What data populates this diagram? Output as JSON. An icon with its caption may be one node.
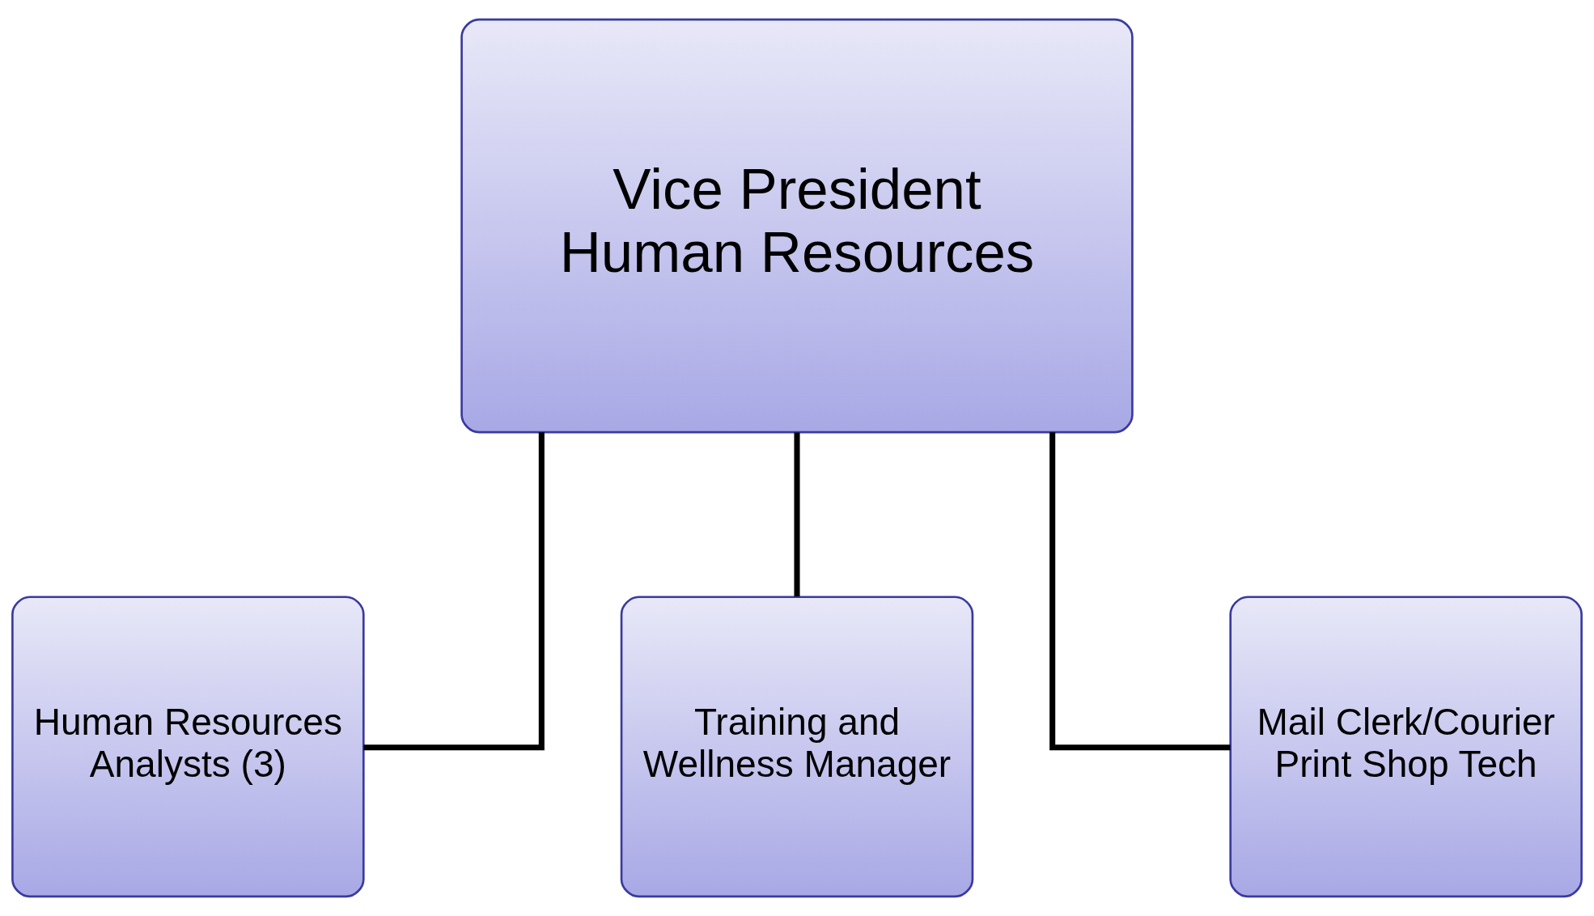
{
  "diagram": {
    "nodes": [
      {
        "text": [
          "Vice President Human Resources"
        ]
      },
      {
        "text": [
          "Human Resources Analysts (3)"
        ]
      },
      {
        "text": [
          "Training and Wellness Manager"
        ]
      },
      {
        "text": [
          "Mail Clerk/Courier Print Shop Tech"
        ]
      }
    ],
    "edges": [
      {
        "from": 0,
        "to": 1,
        "arrow": "none"
      },
      {
        "from": 0,
        "to": 2,
        "arrow": "none"
      },
      {
        "from": 0,
        "to": 3,
        "arrow": "none"
      }
    ]
  }
}
